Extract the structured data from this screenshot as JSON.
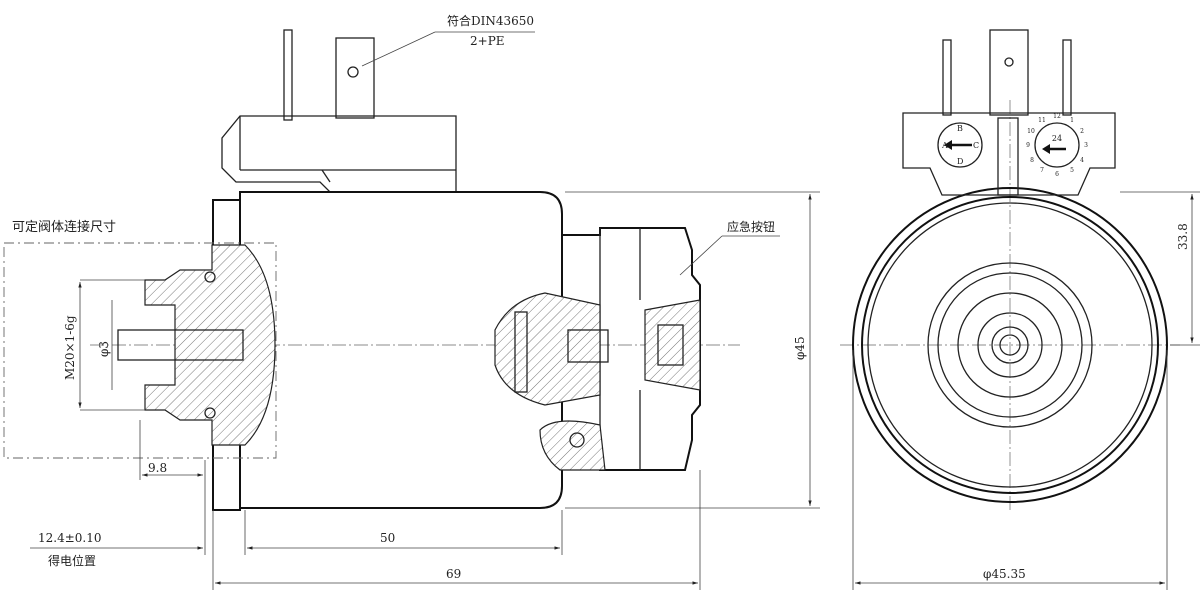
{
  "labels": {
    "connector_standard": "符合DIN43650",
    "connector_pins": "2+PE",
    "emergency_button": "应急按钮",
    "valve_connection_dims": "可定阀体连接尺寸",
    "energized_position": "得电位置"
  },
  "dimensions": {
    "thread": "M20×1-6g",
    "shaft_dia": "φ3",
    "thread_len": "9.8",
    "stroke_pos": "12.4±0.10",
    "coil_len": "50",
    "total_len": "69",
    "coil_dia": "φ45",
    "end_dia": "φ45.35",
    "height": "33.8"
  },
  "dials": {
    "left": {
      "letters": [
        "A",
        "B",
        "C",
        "D"
      ]
    },
    "right": {
      "value": "24",
      "ticks": [
        "12",
        "1",
        "2",
        "3",
        "4",
        "5",
        "6",
        "7",
        "8",
        "9",
        "10",
        "11"
      ]
    }
  }
}
